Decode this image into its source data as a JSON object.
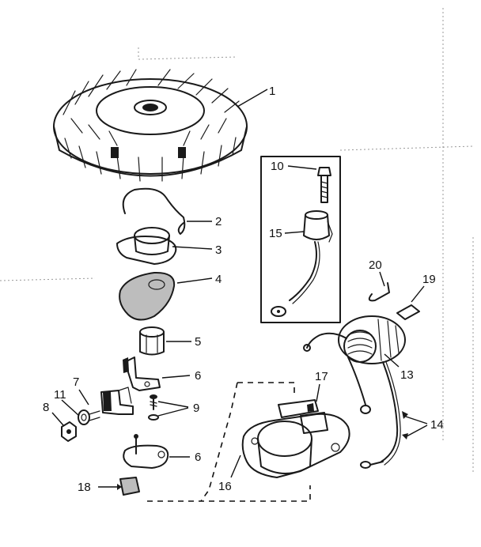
{
  "parts": [
    {
      "id": "p1",
      "label": "1",
      "icon": "flywheel-icon"
    },
    {
      "id": "p2",
      "label": "2",
      "icon": "wire-spring-icon"
    },
    {
      "id": "p3",
      "label": "3",
      "icon": "cam-plate-icon"
    },
    {
      "id": "p4",
      "label": "4",
      "icon": "gasket-icon"
    },
    {
      "id": "p5",
      "label": "5",
      "icon": "sleeve-icon"
    },
    {
      "id": "p6a",
      "label": "6",
      "icon": "breaker-arm-icon"
    },
    {
      "id": "p6b",
      "label": "6",
      "icon": "breaker-point-icon"
    },
    {
      "id": "p7",
      "label": "7",
      "icon": "terminal-icon"
    },
    {
      "id": "p8",
      "label": "8",
      "icon": "nut-icon"
    },
    {
      "id": "p9",
      "label": "9",
      "icon": "screw-washer-icon"
    },
    {
      "id": "p10",
      "label": "10",
      "icon": "screw-icon"
    },
    {
      "id": "p11",
      "label": "11",
      "icon": "washer-icon"
    },
    {
      "id": "p13",
      "label": "13",
      "icon": "coil-icon"
    },
    {
      "id": "p14",
      "label": "14",
      "icon": "lead-wire-icon"
    },
    {
      "id": "p15",
      "label": "15",
      "icon": "condenser-icon"
    },
    {
      "id": "p16",
      "label": "16",
      "icon": "bracket-icon"
    },
    {
      "id": "p17",
      "label": "17",
      "icon": "stator-plate-icon"
    },
    {
      "id": "p18",
      "label": "18",
      "icon": "felt-pad-icon"
    },
    {
      "id": "p19",
      "label": "19",
      "icon": "clip-icon"
    },
    {
      "id": "p20",
      "label": "20",
      "icon": "spring-wire-icon"
    }
  ]
}
